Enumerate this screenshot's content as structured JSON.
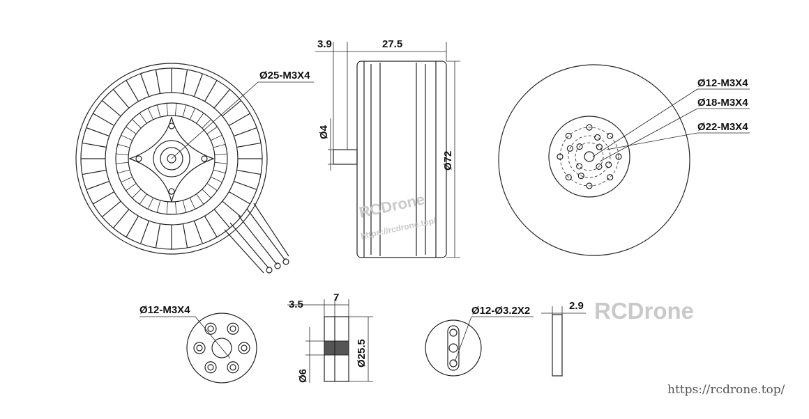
{
  "front_view": {
    "label": "Ø25-M3X4"
  },
  "side_view": {
    "shaft_ext": "3.9",
    "body_len": "27.5",
    "shaft_dia": "Ø4",
    "body_dia": "Ø72"
  },
  "rear_view": {
    "labels": [
      "Ø12-M3X4",
      "Ø18-M3X4",
      "Ø22-M3X4"
    ]
  },
  "adapter_front": {
    "label": "Ø12-M3X4"
  },
  "adapter_side": {
    "dim_a": "3.5",
    "dim_b": "7",
    "dia_outer": "Ø25.5",
    "dia_inner": "Ø6"
  },
  "prop_plate": {
    "label": "Ø12-Ø3.2X2"
  },
  "spacer": {
    "thickness": "2.9"
  },
  "watermarks": {
    "brand": "RCDrone",
    "center_brand": "RCDrone",
    "center_url": "https://rcdrone.top/"
  },
  "footer_url": "https://rcdrone.top/",
  "colors": {
    "line": "#222222",
    "watermark": "#c9c9c9"
  }
}
